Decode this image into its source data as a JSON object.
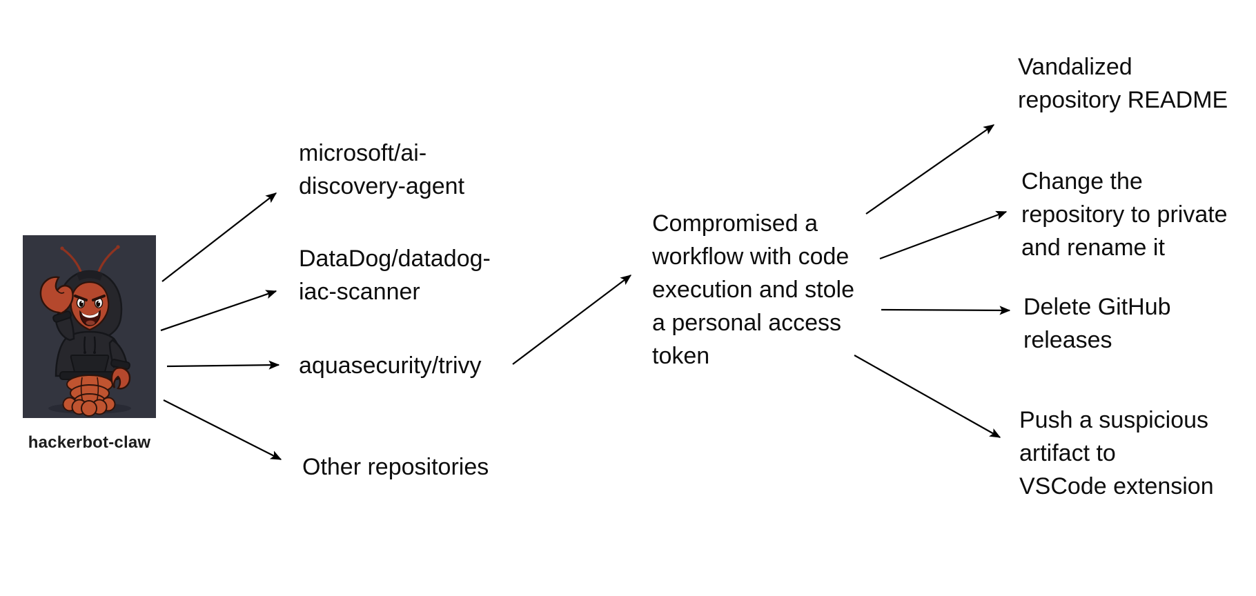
{
  "colors": {
    "background": "#ffffff",
    "text": "#0d0d0d",
    "arrow": "#000000",
    "actor_card_bg": "#33353f",
    "actor_body": "#b9492c",
    "actor_hoodie": "#27272c"
  },
  "actor": {
    "label": "hackerbot-claw",
    "image": "hackerbot-lobster-mascot-in-black-hoodie-waving-claw"
  },
  "targets": [
    {
      "id": "microsoft",
      "lines": [
        "microsoft/ai-",
        "discovery-agent"
      ]
    },
    {
      "id": "datadog",
      "lines": [
        "DataDog/datadog-",
        "iac-scanner"
      ]
    },
    {
      "id": "trivy",
      "lines": [
        "aquasecurity/trivy"
      ]
    },
    {
      "id": "other",
      "lines": [
        "Other repositories"
      ]
    }
  ],
  "compromise": {
    "lines": [
      "Compromised a",
      "workflow with code",
      "execution and stole",
      "a personal access",
      "token"
    ]
  },
  "outcomes": [
    {
      "id": "vandalized",
      "lines": [
        "Vandalized",
        "repository README"
      ]
    },
    {
      "id": "private",
      "lines": [
        "Change the",
        "repository to private",
        "and rename it"
      ]
    },
    {
      "id": "releases",
      "lines": [
        "Delete GitHub",
        "releases"
      ]
    },
    {
      "id": "vscode",
      "lines": [
        "Push a suspicious",
        "artifact to",
        "VSCode extension"
      ]
    }
  ],
  "connections": [
    {
      "from": "hackerbot-claw",
      "to": "microsoft/ai-discovery-agent"
    },
    {
      "from": "hackerbot-claw",
      "to": "DataDog/datadog-iac-scanner"
    },
    {
      "from": "hackerbot-claw",
      "to": "aquasecurity/trivy"
    },
    {
      "from": "hackerbot-claw",
      "to": "Other repositories"
    },
    {
      "from": "aquasecurity/trivy",
      "to": "Compromised a workflow with code execution and stole a personal access token"
    },
    {
      "from": "Compromised a workflow with code execution and stole a personal access token",
      "to": "Vandalized repository README"
    },
    {
      "from": "Compromised a workflow with code execution and stole a personal access token",
      "to": "Change the repository to private and rename it"
    },
    {
      "from": "Compromised a workflow with code execution and stole a personal access token",
      "to": "Delete GitHub releases"
    },
    {
      "from": "Compromised a workflow with code execution and stole a personal access token",
      "to": "Push a suspicious artifact to VSCode extension"
    }
  ]
}
